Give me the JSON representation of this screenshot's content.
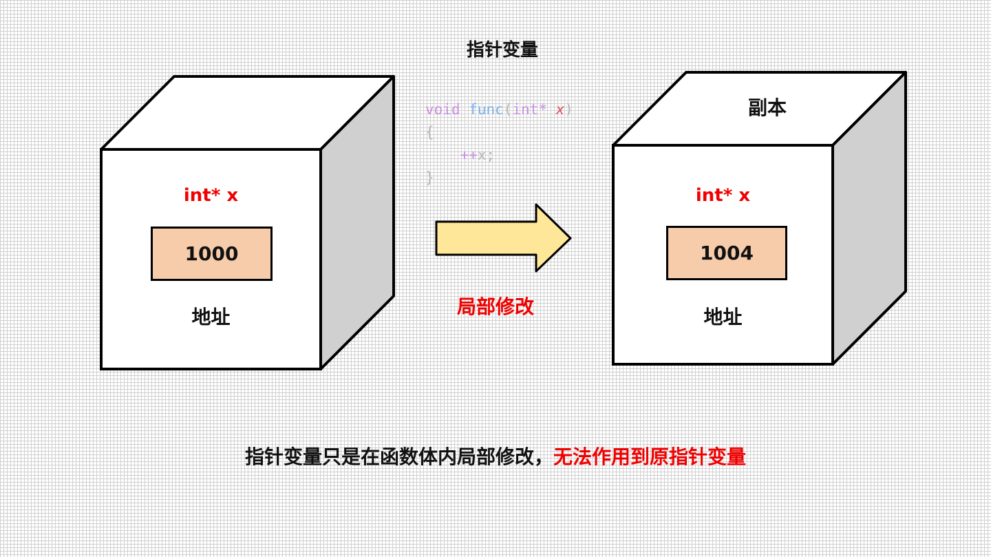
{
  "title": "指针变量",
  "code": {
    "line1": {
      "kw": "void",
      "fn": "func",
      "open": "(",
      "type": "int*",
      "param": "x",
      "close": ")"
    },
    "line2": "{",
    "line3": {
      "op": "++",
      "var": "x",
      "semi": ";"
    },
    "line4": "}"
  },
  "left_box": {
    "type_label": "int* x",
    "value": "1000",
    "bottom_label": "地址"
  },
  "right_box": {
    "top_label": "副本",
    "type_label": "int* x",
    "value": "1004",
    "bottom_label": "地址"
  },
  "arrow_label": "局部修改",
  "caption": {
    "black": "指针变量只是在函数体内局部修改，",
    "red": "无法作用到原指针变量"
  },
  "colors": {
    "accent_red": "#f00000",
    "value_fill": "#f6ccab",
    "arrow_fill": "#ffe79a",
    "cube_side": "#d0d0d0"
  }
}
